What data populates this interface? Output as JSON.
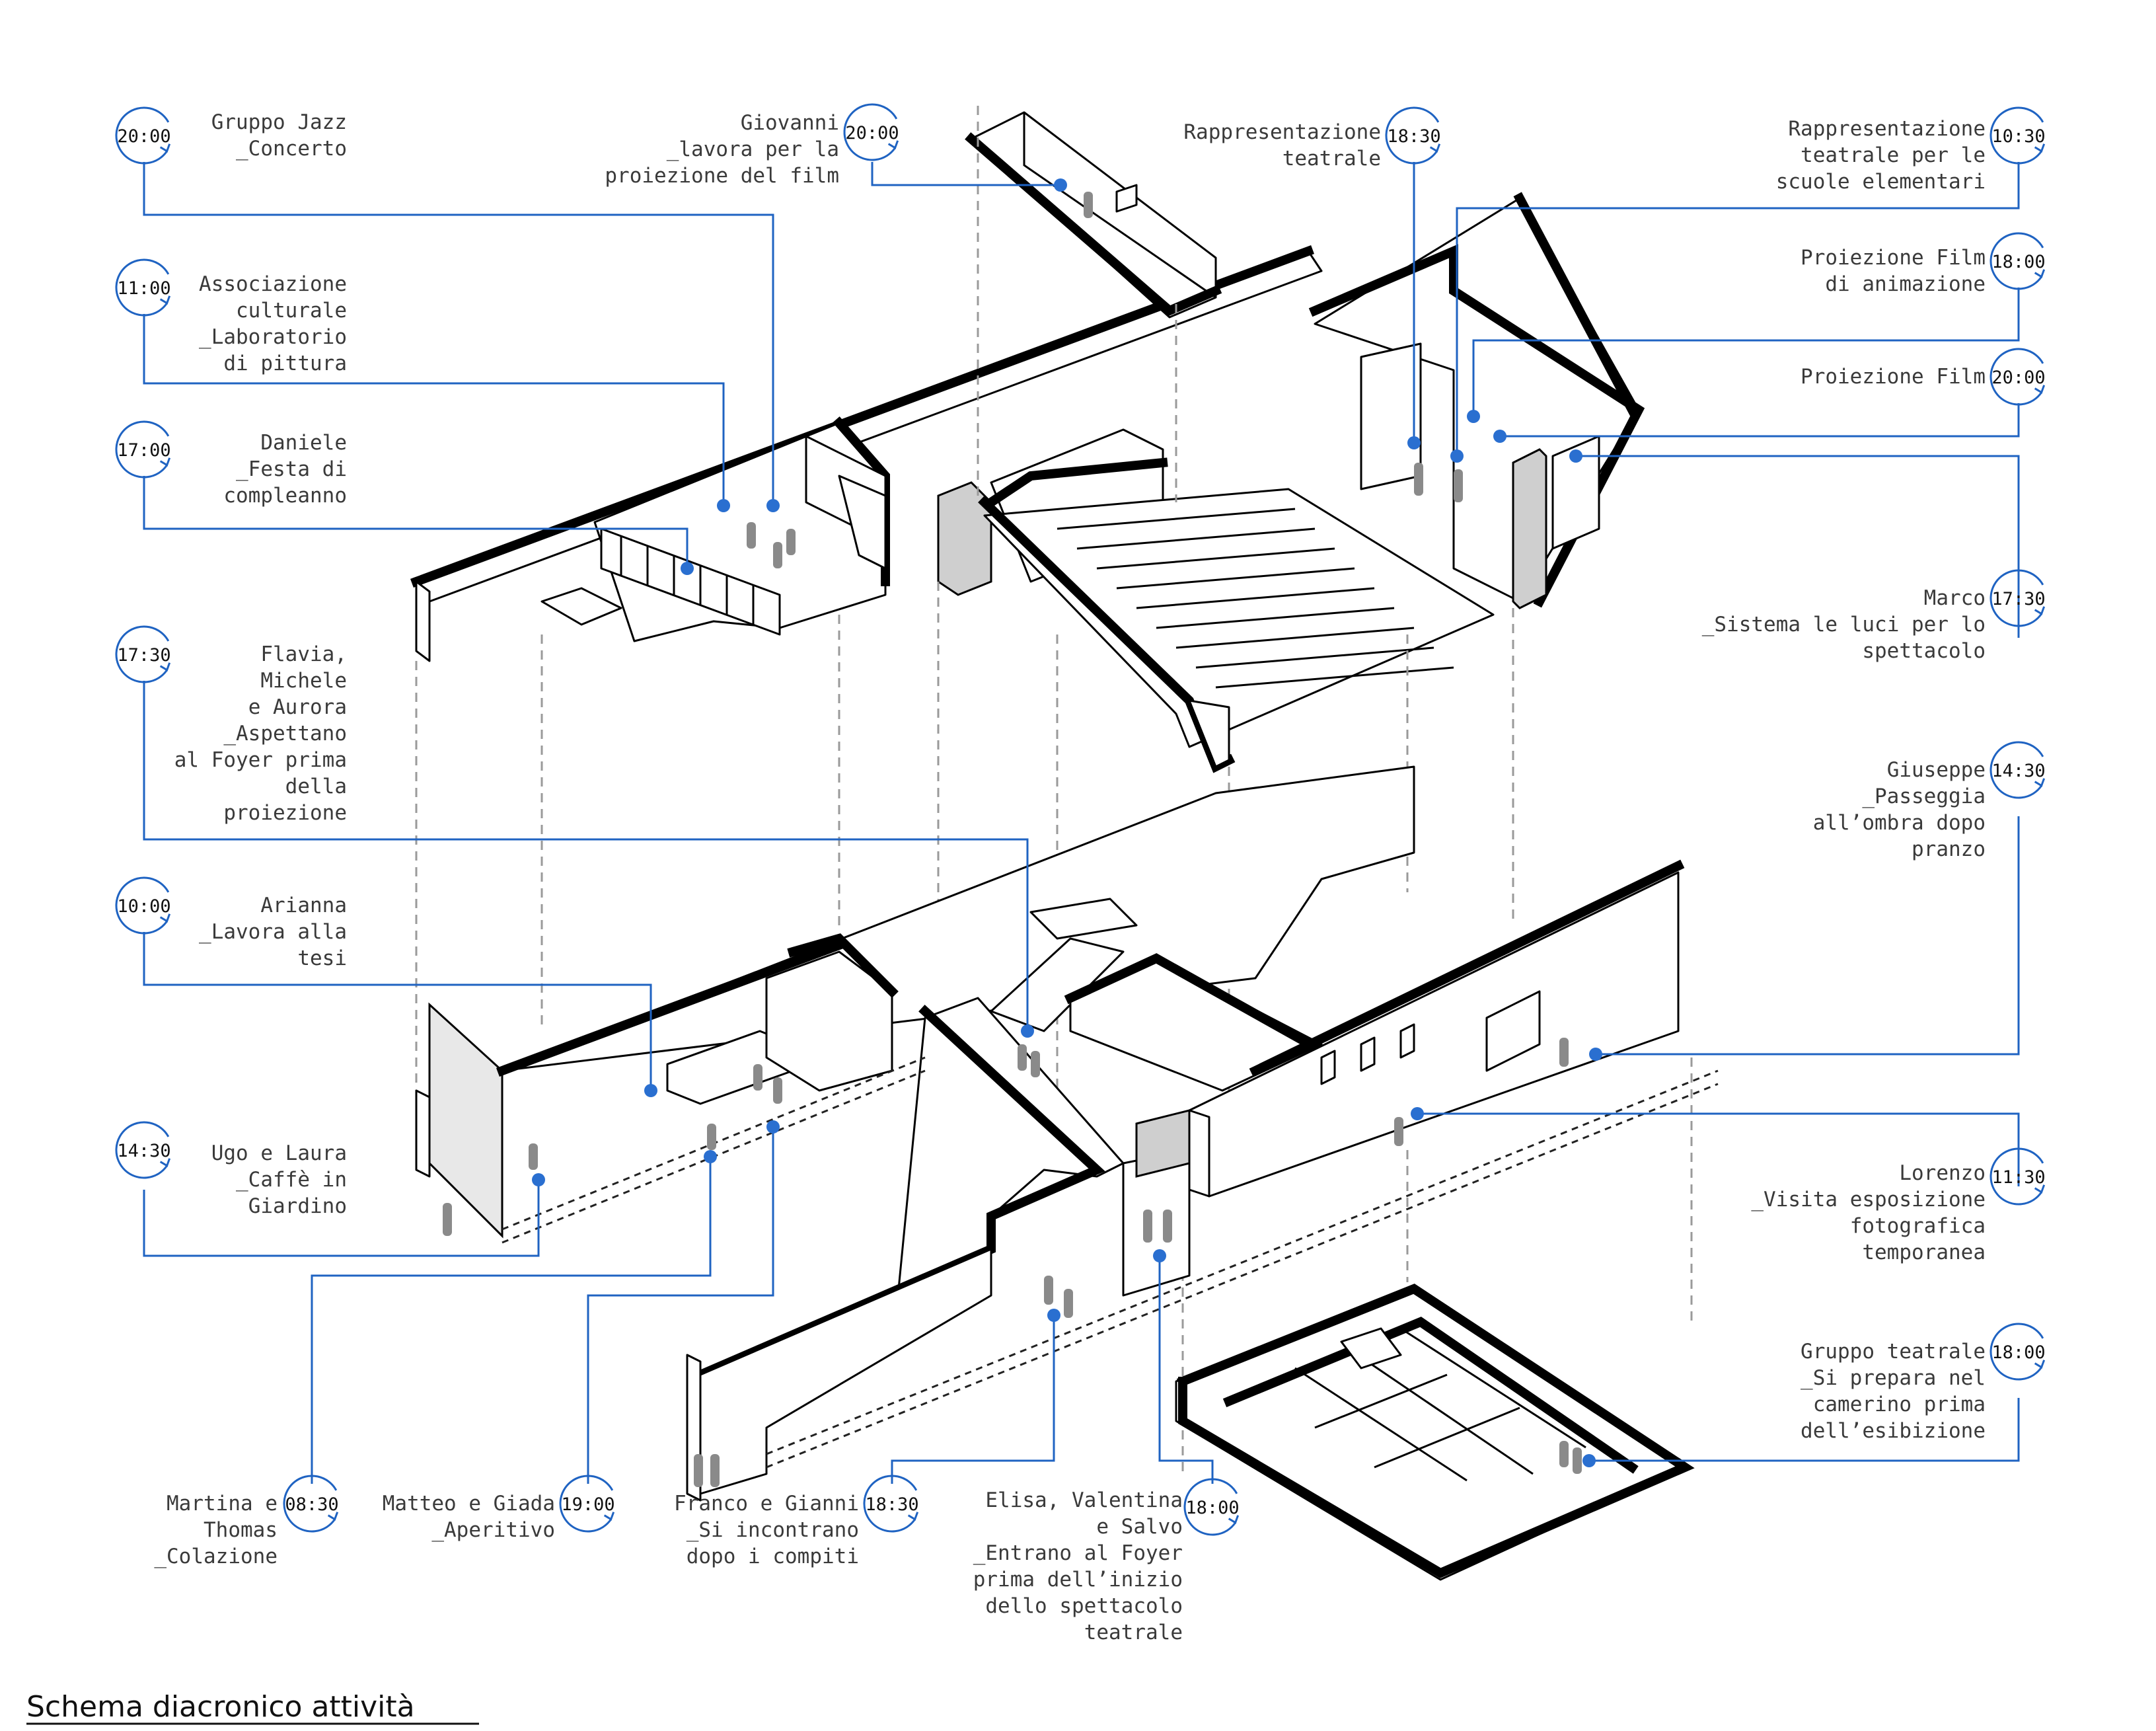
{
  "title": "Schema diacronico attività",
  "colors": {
    "leader": "#1f63c2",
    "dot": "#2a6fd0",
    "ink": "#000000",
    "text": "#3a3a3a"
  },
  "clock_icon": "clock-arrow-icon",
  "annotations": [
    {
      "id": "gruppo-jazz",
      "time": "20:00",
      "lines": [
        "Gruppo Jazz",
        "_Concerto"
      ]
    },
    {
      "id": "associazione",
      "time": "11:00",
      "lines": [
        "Associazione",
        "culturale",
        "_Laboratorio",
        "di pittura"
      ]
    },
    {
      "id": "daniele",
      "time": "17:00",
      "lines": [
        "Daniele",
        "_Festa di",
        "compleanno"
      ]
    },
    {
      "id": "flavia",
      "time": "17:30",
      "lines": [
        "Flavia,",
        "Michele",
        "e Aurora",
        "_Aspettano",
        "al Foyer prima",
        "della",
        "proiezione"
      ]
    },
    {
      "id": "arianna",
      "time": "10:00",
      "lines": [
        "Arianna",
        "_Lavora alla",
        "tesi"
      ]
    },
    {
      "id": "ugo-laura",
      "time": "14:30",
      "lines": [
        "Ugo e Laura",
        "_Caffè in",
        "Giardino"
      ]
    },
    {
      "id": "giovanni",
      "time": "20:00",
      "lines": [
        "Giovanni",
        "_lavora per la",
        "proiezione del film"
      ]
    },
    {
      "id": "rappresentazione",
      "time": "18:30",
      "lines": [
        "Rappresentazione",
        "teatrale"
      ]
    },
    {
      "id": "scuole",
      "time": "10:30",
      "lines": [
        "Rappresentazione",
        "teatrale per le",
        "scuole elementari"
      ]
    },
    {
      "id": "animazione",
      "time": "18:00",
      "lines": [
        "Proiezione Film",
        "di animazione"
      ]
    },
    {
      "id": "proiezione-film",
      "time": "20:00",
      "lines": [
        "Proiezione Film"
      ]
    },
    {
      "id": "marco",
      "time": "17:30",
      "lines": [
        "Marco",
        "_Sistema le luci per lo",
        "spettacolo"
      ]
    },
    {
      "id": "giuseppe",
      "time": "14:30",
      "lines": [
        "Giuseppe",
        "_Passeggia",
        "all’ombra dopo",
        "pranzo"
      ]
    },
    {
      "id": "lorenzo",
      "time": "11:30",
      "lines": [
        "Lorenzo",
        "_Visita esposizione",
        "fotografica",
        "temporanea"
      ]
    },
    {
      "id": "gruppo-teatrale",
      "time": "18:00",
      "lines": [
        "Gruppo teatrale",
        "_Si prepara nel",
        "camerino prima",
        "dell’esibizione"
      ]
    },
    {
      "id": "martina",
      "time": "08:30",
      "lines": [
        "Martina e",
        "Thomas",
        "_Colazione"
      ]
    },
    {
      "id": "matteo",
      "time": "19:00",
      "lines": [
        "Matteo e Giada",
        "_Aperitivo"
      ]
    },
    {
      "id": "franco",
      "time": "18:30",
      "lines": [
        "Franco e Gianni",
        "_Si incontrano",
        "dopo i compiti"
      ]
    },
    {
      "id": "elisa",
      "time": "18:00",
      "lines": [
        "Elisa, Valentina",
        "e Salvo",
        "_Entrano al Foyer",
        "prima dell’inizio",
        "dello spettacolo",
        "teatrale"
      ]
    }
  ]
}
